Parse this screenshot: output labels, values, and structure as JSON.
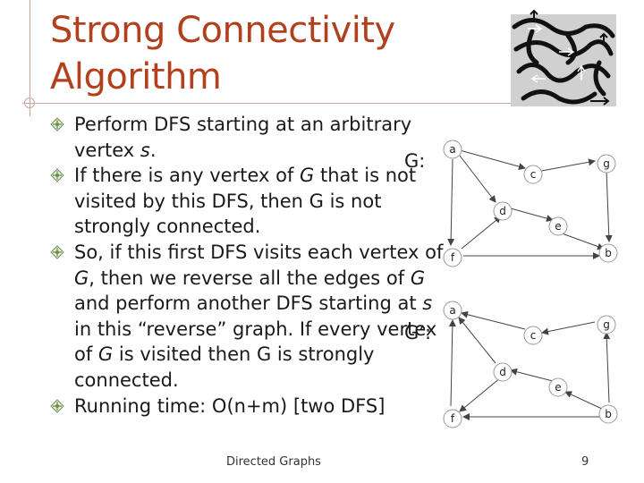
{
  "slide": {
    "title_line1": "Strong Connectivity",
    "title_line2": "Algorithm",
    "bullets": [
      "Perform DFS starting at an arbitrary vertex ",
      "If there is any vertex of ",
      "So, if this first DFS visits each vertex of ",
      "Running time: O(n+m) [two DFS]"
    ],
    "text": {
      "b1_part1": "Perform DFS starting at an arbitrary vertex ",
      "b1_var": "s",
      "b1_end": ".",
      "b2_part1": "If there is any vertex of ",
      "b2_var": "G",
      "b2_part2": " that is not visited by this DFS, then G is not strongly connected.",
      "b3_part1": "So, if this first DFS visits each vertex of ",
      "b3_var1": "G",
      "b3_part2": ", then we reverse all the edges of ",
      "b3_var2": "G",
      "b3_part3": " and perform another DFS starting at ",
      "b3_var3": "s",
      "b3_part4": " in this “reverse” graph. If every vertex of ",
      "b3_var4": "G",
      "b3_part5": " is visited then G is strongly connected.",
      "b4": "Running time: O(n+m) [two DFS]"
    },
    "graph_labels": {
      "g": "G:",
      "g_prime": "G’:"
    },
    "vertices": [
      "a",
      "c",
      "g",
      "d",
      "e",
      "f",
      "b"
    ],
    "footer_title": "Directed Graphs",
    "page_number": "9",
    "colors": {
      "title": "#b2401c",
      "rule": "#c9a59a",
      "bullet": "#6b8e4e"
    }
  }
}
